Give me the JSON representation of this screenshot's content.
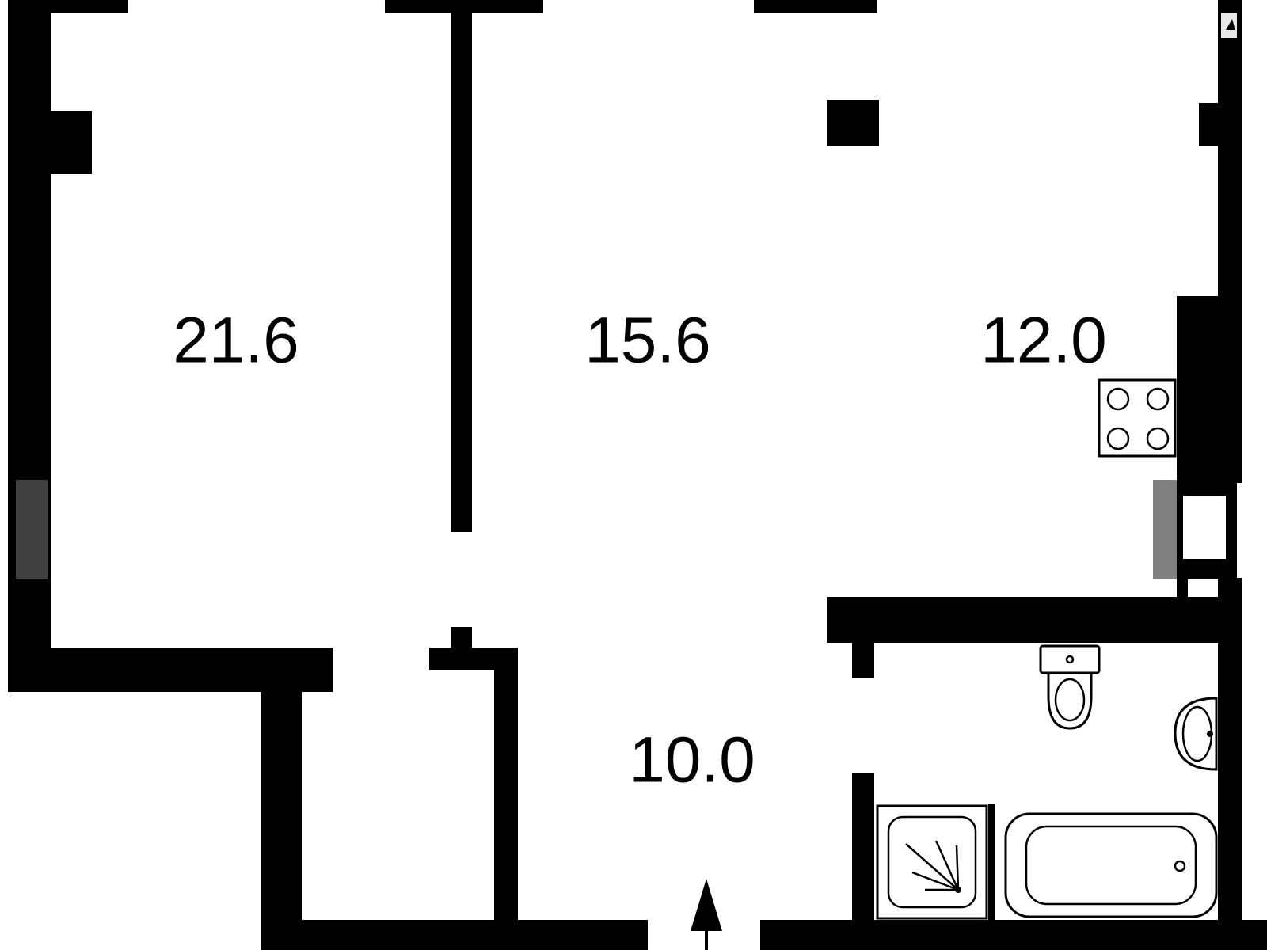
{
  "plan": {
    "rooms": [
      {
        "id": "room-1",
        "area": "21.6"
      },
      {
        "id": "room-2",
        "area": "15.6"
      },
      {
        "id": "kitchen",
        "area": "12.0"
      },
      {
        "id": "hall",
        "area": "10.0"
      }
    ],
    "colors": {
      "wall": "#000000",
      "floor": "#ffffff",
      "window_glass": "#808080"
    },
    "icons": [
      "stove-icon",
      "toilet-icon",
      "sink-icon",
      "shower-tray-icon",
      "bathtub-icon",
      "entrance-arrow-icon",
      "corner-logo-icon"
    ]
  }
}
